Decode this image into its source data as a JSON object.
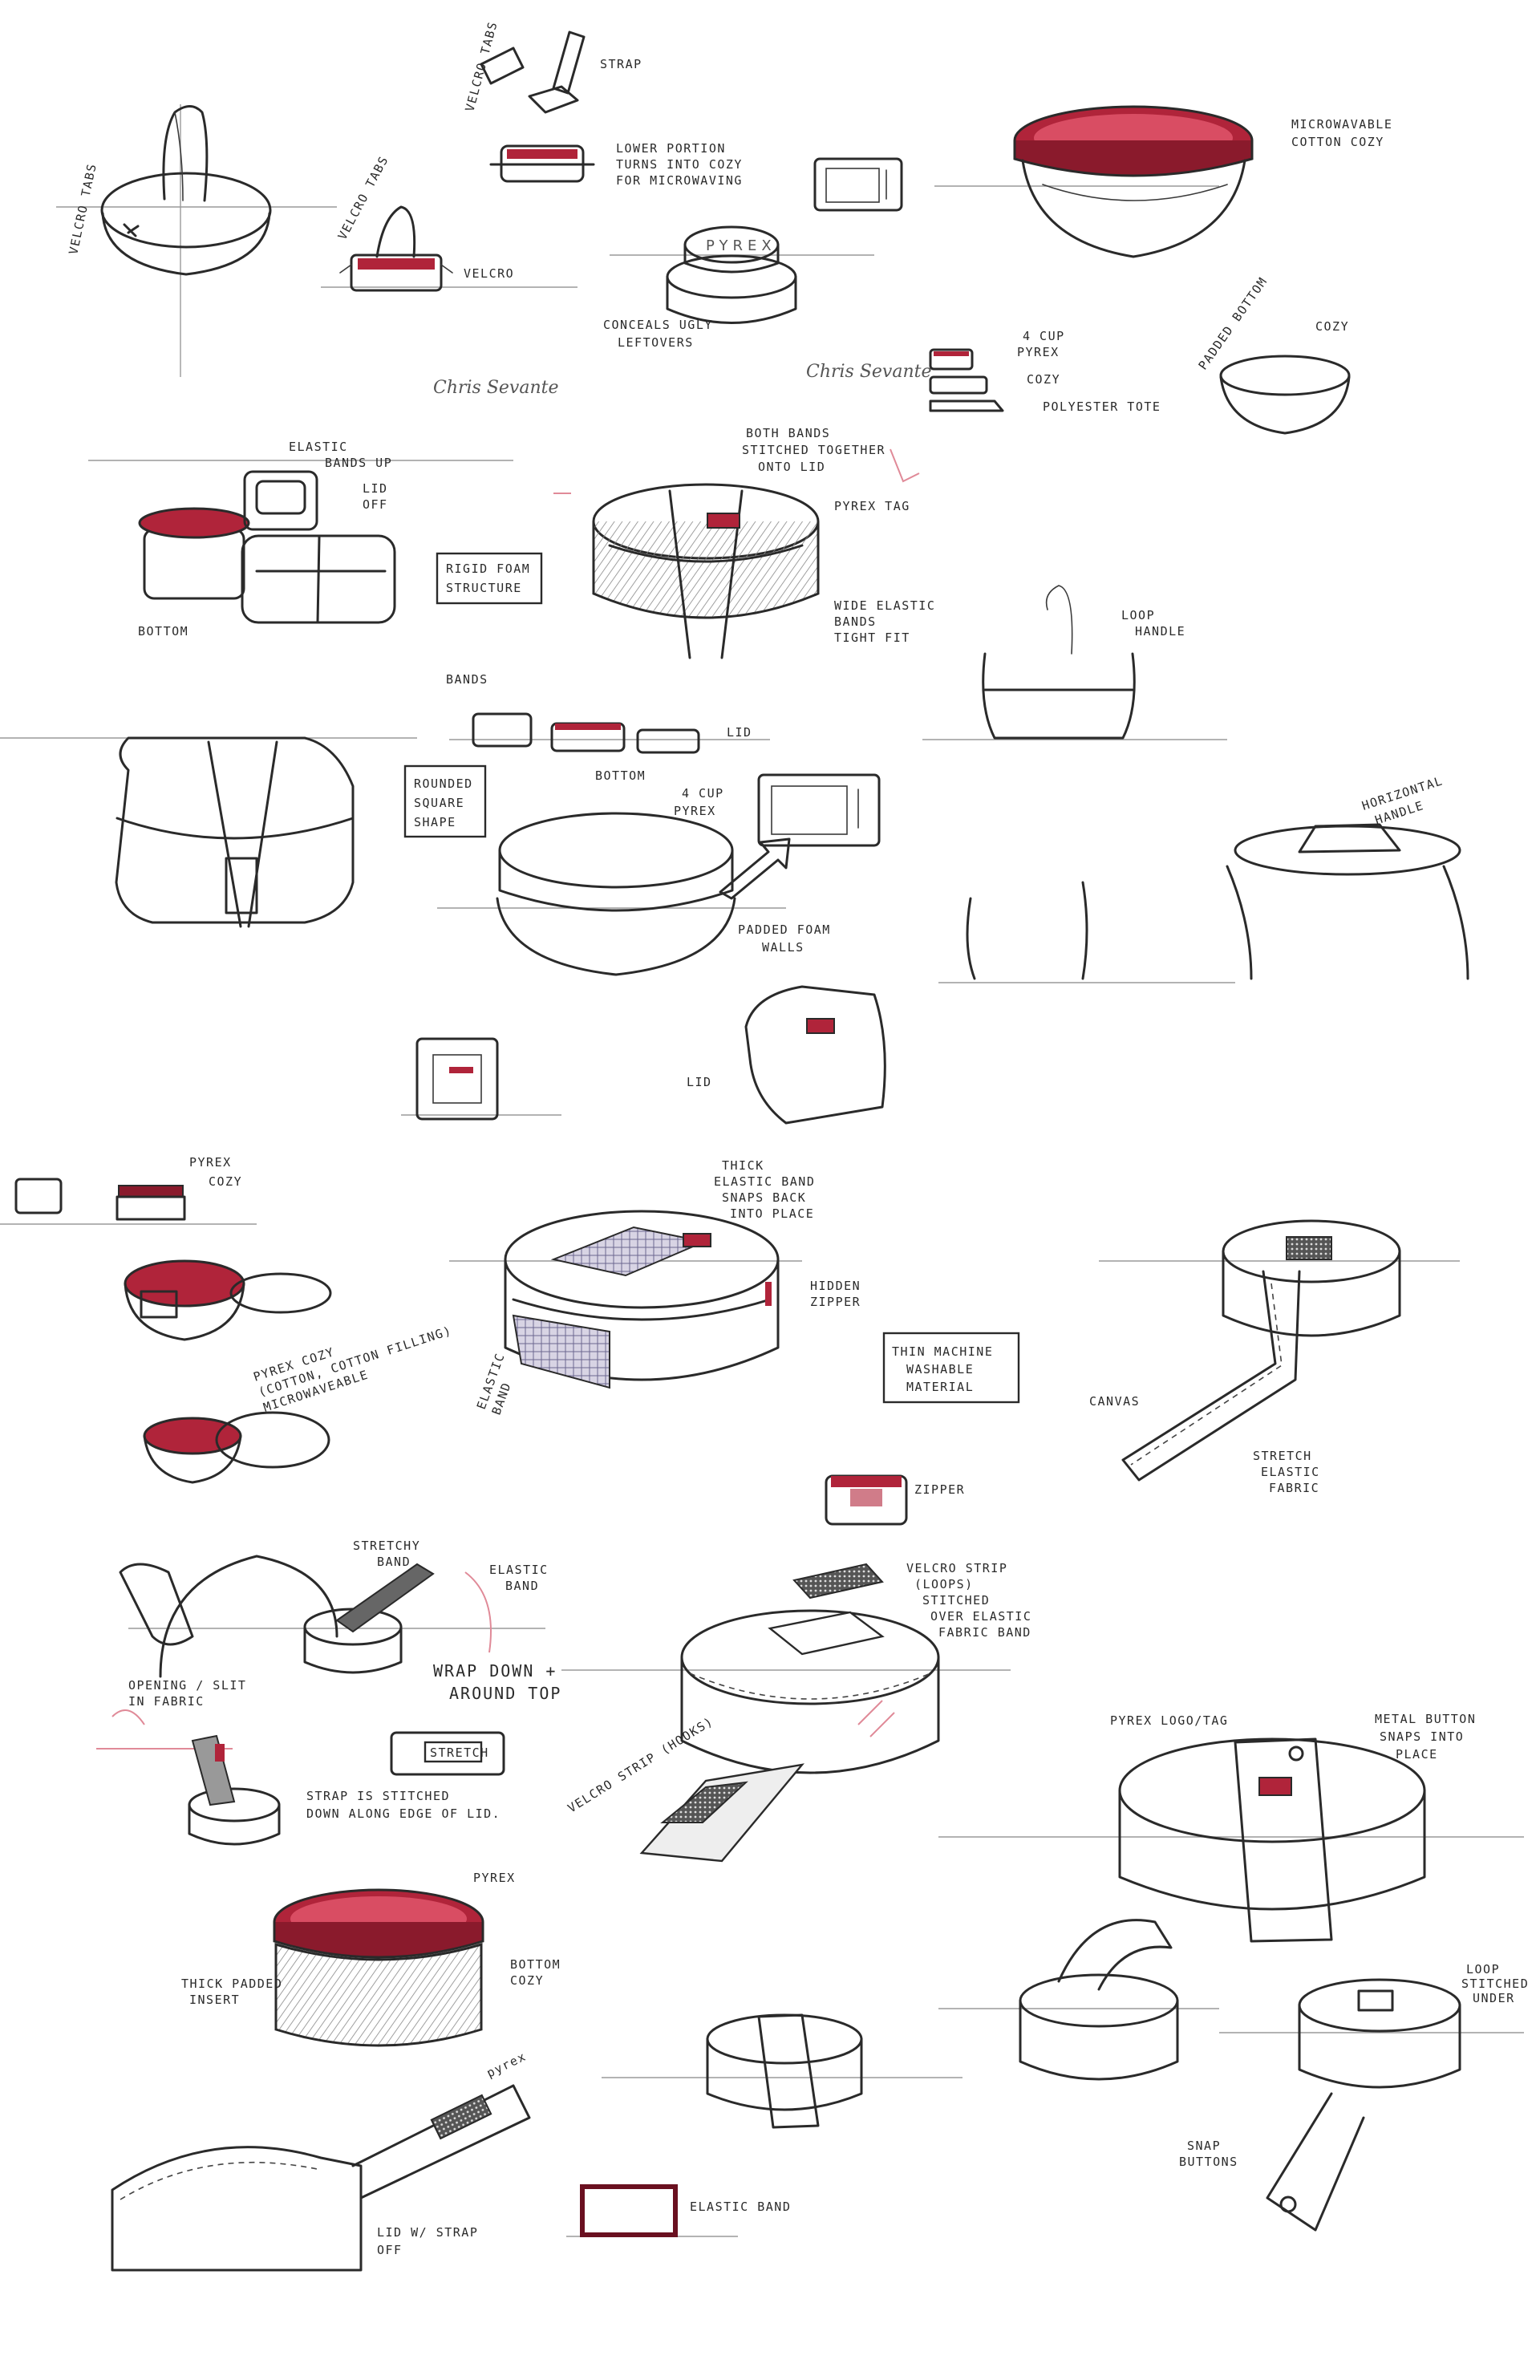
{
  "colors": {
    "ink": "#2a2a2a",
    "red_lid": "#b0243a",
    "red_inner": "#d94d63",
    "pencil": "#9a9a9a",
    "pink_pencil": "#e08a98"
  },
  "signature": "Chris Sevante",
  "labels": {
    "velcro_tabs_a": "VELCRO TABS",
    "velcro_tabs_b": "VELCRO TABS",
    "velcro": "VELCRO",
    "velcro_tabs_c": "VELCRO TABS",
    "strap": "STRAP",
    "lower_portion": [
      "LOWER PORTION",
      "TURNS INTO COZY",
      "FOR MICROWAVING"
    ],
    "pyrex_lid": "PYREX",
    "conceals": [
      "CONCEALS UGLY",
      "LEFTOVERS"
    ],
    "microwavable": [
      "MICROWAVABLE",
      "COTTON COZY"
    ],
    "four_cup_pyrex_a": [
      "4 CUP",
      "PYREX"
    ],
    "cozy_a": "COZY",
    "polyester_tote": "POLYESTER TOTE",
    "padded_bottom": [
      "PADDED BOTTOM"
    ],
    "cozy_b": "COZY",
    "elastic_bands_up": [
      "ELASTIC",
      "BANDS UP"
    ],
    "lid_off": [
      "LID",
      "OFF"
    ],
    "bottom_a": "BOTTOM",
    "both_bands": [
      "BOTH BANDS",
      "STITCHED TOGETHER",
      "ONTO LID"
    ],
    "pyrex_tag": "PYREX TAG",
    "rigid_foam": [
      "RIGID FOAM",
      "STRUCTURE"
    ],
    "wide_elastic": [
      "WIDE ELASTIC",
      "BANDS",
      "TIGHT FIT"
    ],
    "bands": "BANDS",
    "lid_a": "LID",
    "bottom_b": "BOTTOM",
    "loop_handle": [
      "LOOP",
      "HANDLE"
    ],
    "rounded_square": [
      "ROUNDED",
      "SQUARE",
      "SHAPE"
    ],
    "four_cup_pyrex_b": [
      "4 CUP",
      "PYREX"
    ],
    "horizontal_handle": [
      "HORIZONTAL",
      "HANDLE"
    ],
    "padded_foam": [
      "PADDED FOAM",
      "WALLS"
    ],
    "lid_b": "LID",
    "pyrex_c": "PYREX",
    "cozy_c": "COZY",
    "thick_elastic": [
      "THICK",
      "ELASTIC BAND",
      "SNAPS BACK",
      "INTO PLACE"
    ],
    "hidden_zipper": [
      "HIDDEN",
      "ZIPPER"
    ],
    "pyrex_cozy": [
      "PYREX COZY",
      "(COTTON, COTTON FILLING)",
      "MICROWAVEABLE"
    ],
    "elastic_band_a": [
      "ELASTIC",
      "BAND"
    ],
    "thin_machine": [
      "THIN MACHINE",
      "WASHABLE",
      "MATERIAL"
    ],
    "canvas": "CANVAS",
    "stretch_elastic": [
      "STRETCH",
      "ELASTIC",
      "FABRIC"
    ],
    "zipper": "ZIPPER",
    "stretchy_band": [
      "STRETCHY",
      "BAND"
    ],
    "elastic_band_pink": [
      "ELASTIC",
      "BAND"
    ],
    "opening_slit": [
      "OPENING / SLIT",
      "IN FABRIC"
    ],
    "wrap_down": [
      "WRAP DOWN +",
      "AROUND TOP"
    ],
    "stretch_label": "STRETCH",
    "strap_stitched": [
      "STRAP IS STITCHED",
      "DOWN ALONG EDGE OF LID."
    ],
    "velcro_loops": [
      "VELCRO STRIP",
      "(LOOPS)",
      "STITCHED",
      "OVER ELASTIC",
      "FABRIC BAND"
    ],
    "velcro_hooks": "VELCRO STRIP (HOOKS)",
    "pyrex_logo": "PYREX LOGO/TAG",
    "metal_button": [
      "METAL BUTTON",
      "SNAPS INTO",
      "PLACE"
    ],
    "pyrex_d": "PYREX",
    "thick_padded": [
      "THICK PADDED",
      "INSERT"
    ],
    "bottom_cozy": [
      "BOTTOM",
      "COZY"
    ],
    "loop_stitched": [
      "LOOP",
      "STITCHED",
      "UNDER"
    ],
    "snap_buttons": [
      "SNAP",
      "BUTTONS"
    ],
    "elastic_band_b": "ELASTIC BAND",
    "lid_strap_off": [
      "LID W/ STRAP",
      "OFF"
    ],
    "pyrex_strap_tag": "pyrex"
  }
}
